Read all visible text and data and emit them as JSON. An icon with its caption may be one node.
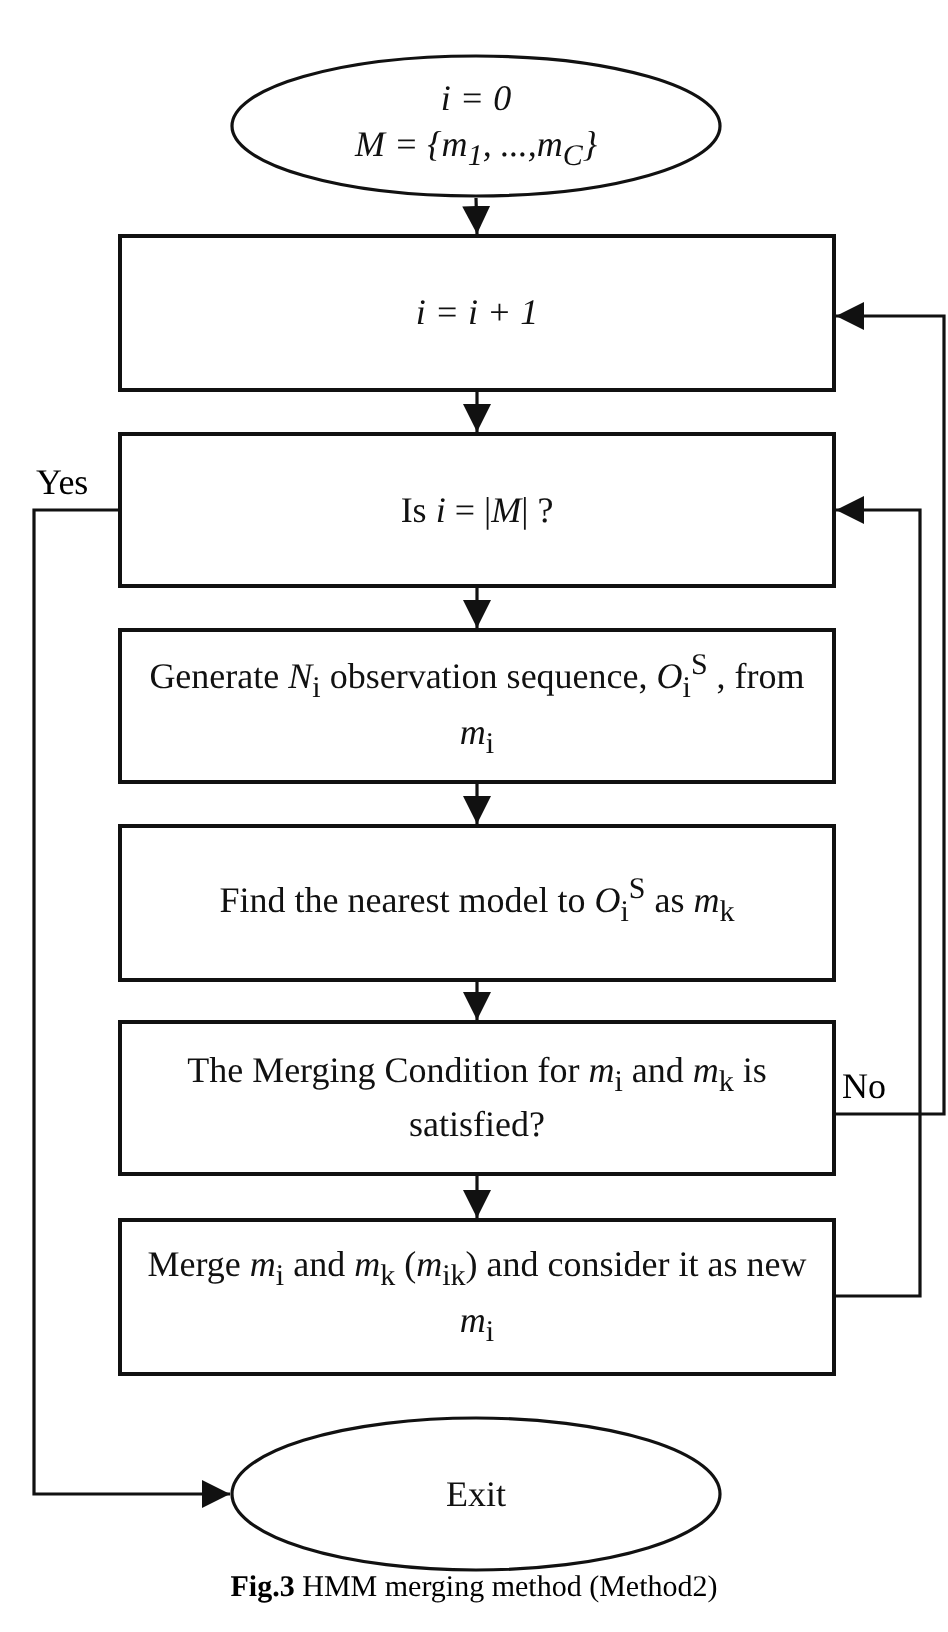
{
  "diagram": {
    "caption": "**Fig.3** HMM merging method (Method2)",
    "nodes": [
      {
        "text": [
          "i = 0",
          "M = {m$_{1}$, ...,m$_{C}$}"
        ]
      },
      {
        "text": [
          "i = i + 1"
        ]
      },
      {
        "text": [
          "Is *i* = |*M*| ?"
        ]
      },
      {
        "text": [
          "Generate *N*$_{i}$ observation sequence, *O*$_{i}$$^{S}$ , from *m*$_{i}$"
        ]
      },
      {
        "text": [
          "Find the nearest model to *O*$_{i}$$^{S}$ as *m*$_{k}$"
        ]
      },
      {
        "text": [
          "The Merging Condition for *m*$_{i}$ and *m*$_{k}$ is satisfied?"
        ]
      },
      {
        "text": [
          "Merge *m*$_{i}$ and *m*$_{k}$ (*m*$_{ik}$) and consider it as new *m*$_{i}$"
        ]
      },
      {
        "text": [
          "Exit"
        ]
      }
    ],
    "edges": [
      {
        "from": 0,
        "to": 1,
        "arrow": "to"
      },
      {
        "from": 1,
        "to": 2,
        "arrow": "to"
      },
      {
        "from": 2,
        "to": 3,
        "arrow": "to"
      },
      {
        "from": 3,
        "to": 4,
        "arrow": "to"
      },
      {
        "from": 4,
        "to": 5,
        "arrow": "to"
      },
      {
        "from": 5,
        "to": 6,
        "arrow": "to"
      },
      {
        "from": 6,
        "to": 2,
        "arrow": "to"
      },
      {
        "from": 5,
        "to": 1,
        "arrow": "to",
        "label": "No"
      },
      {
        "from": 2,
        "to": 7,
        "arrow": "to",
        "label": "Yes"
      }
    ]
  }
}
